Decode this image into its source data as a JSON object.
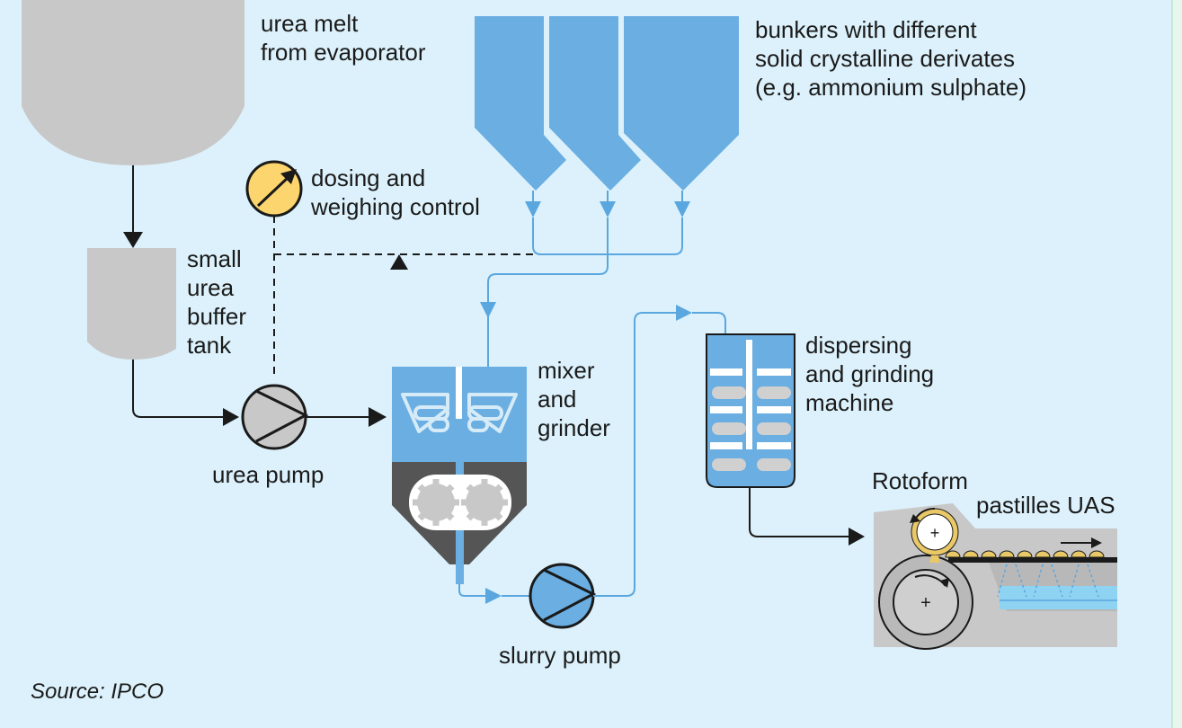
{
  "labels": {
    "urea_melt": "urea melt\nfrom evaporator",
    "bunkers": "bunkers with different\nsolid crystalline derivates\n(e.g. ammonium sulphate)",
    "dosing": "dosing and\nweighing control",
    "buffer_tank": "small\nurea\nbuffer\ntank",
    "urea_pump": "urea pump",
    "mixer": "mixer\nand\ngrinder",
    "dispersing": "dispersing\nand grinding\nmachine",
    "rotoform": "Rotoform",
    "pastilles": "pastilles UAS",
    "slurry_pump": "slurry pump",
    "source": "Source: IPCO"
  },
  "colors": {
    "background": "#dcf1fb",
    "bunker_blue": "#6aaee2",
    "line_blue": "#5aa7e0",
    "tank_grey": "#c8c8c8",
    "dark_grey": "#555555",
    "gauge_yellow": "#fcd56e",
    "liquid_blue": "#8fd3f2",
    "pastille_yellow": "#e9c868"
  }
}
